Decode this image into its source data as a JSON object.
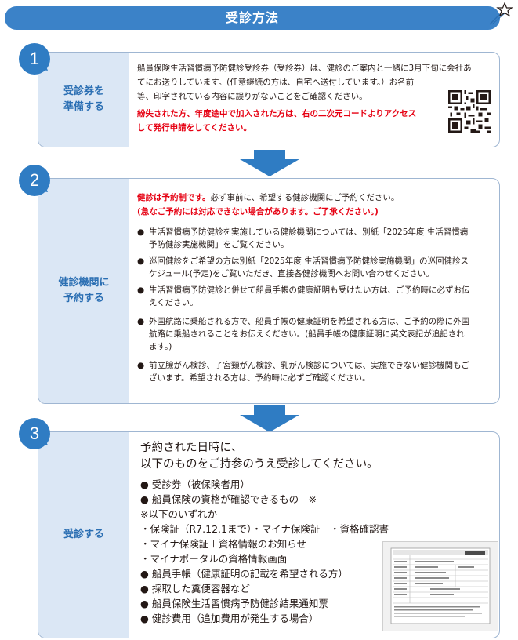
{
  "header": {
    "title": "受診方法"
  },
  "steps": [
    {
      "number": "1",
      "side_label": "受診券を\n準備する",
      "text_lines": [
        "船員保険生活習慣病予防健診受診券（受診券）は、健診のご案内と一緒に3月下旬に会社あ",
        "てにお送りしています。(任意継続の方は、自宅へ送付しています。）お名前",
        "等、印字されている内容に誤りがないことをご確認ください。"
      ],
      "red_lines": [
        "紛失された方、年度途中で加入された方は、右の二次元コードよりアクセス",
        "して発行申請をしてください。"
      ]
    },
    {
      "number": "2",
      "side_label": "健診機関に\n予約する",
      "intro_red": "健診は予約制です。",
      "intro_rest": "必ず事前に、希望する健診機関にご予約ください。",
      "intro_red2": "(急なご予約には対応できない場合があります。ご了承ください。)",
      "bullet_symbol": "●",
      "bullets": [
        [
          "生活習慣病予防健診を実施している健診機関については、別紙「2025年度 生活習慣病",
          "予防健診実施機関」をご覧ください。"
        ],
        [
          "巡回健診をご希望の方は別紙「2025年度 生活習慣病予防健診実施機関」の巡回健診ス",
          "ケジュール(予定)をご覧いただき、直接各健診機関へお問い合わせください。"
        ],
        [
          "生活習慣病予防健診と併せて船員手帳の健康証明も受けたい方は、ご予約時に必ずお伝",
          "えください。"
        ],
        [
          "外国航路に乗船される方で、船員手帳の健康証明を希望される方は、ご予約の際に外国",
          "航路に乗船されることをお伝えください。(船員手帳の健康証明に英文表記が追記され",
          "ます。)"
        ],
        [
          "前立腺がん検診、子宮頸がん検診、乳がん検診については、実施できない健診機関もご",
          "ざいます。希望される方は、予約時に必ずご確認ください。"
        ]
      ]
    },
    {
      "number": "3",
      "side_label": "受診する",
      "heading_lines": [
        "予約された日時に、",
        "以下のものをご持参のうえ受診してください。"
      ],
      "items": [
        "● 受診券（被保険者用）",
        "● 船員保険の資格が確認できるもの　※",
        "※以下のいずれか",
        "・保険証（R7.12.1まで）・マイナ保険証　・資格確認書",
        "・マイナ保険証＋資格情報のお知らせ",
        "・マイナポータルの資格情報画面",
        "● 船員手帳（健康証明の記載を希望される方）",
        "● 採取した糞便容器など",
        "● 船員保険生活習慣病予防健診結果通知票",
        "● 健診費用（追加費用が発生する場合）"
      ]
    }
  ],
  "colors": {
    "accent": "#3b82c8",
    "side_bg": "#dbe7f5",
    "side_text": "#2b6fb3",
    "red": "#e60012"
  },
  "icons": {
    "star": "star-icon",
    "qr": "qr-code-icon",
    "arrow": "down-arrow-icon"
  }
}
